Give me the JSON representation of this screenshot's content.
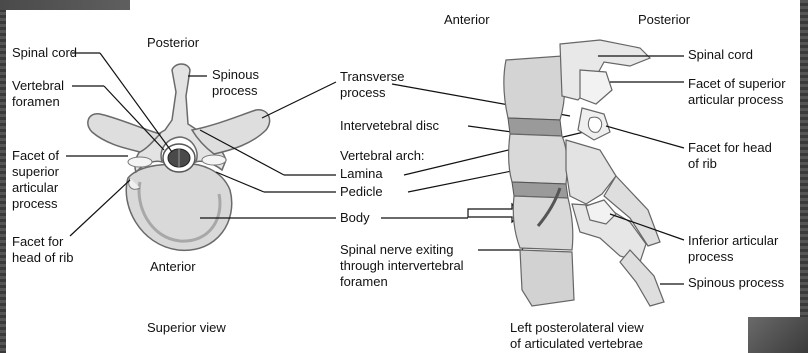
{
  "superior_view": {
    "orientation_top": "Posterior",
    "orientation_bottom": "Anterior",
    "caption": "Superior view",
    "labels": {
      "spinal_cord": "Spinal cord",
      "vertebral_foramen": "Vertebral\nforamen",
      "spinous_process": "Spinous\nprocess",
      "facet_superior": "Facet of\nsuperior\narticular\nprocess",
      "facet_rib": "Facet for\nhead of rib"
    }
  },
  "center_labels": {
    "transverse_process": "Transverse\nprocess",
    "intervertebral_disc": "Intervetebral disc",
    "vertebral_arch": "Vertebral arch:",
    "lamina": "Lamina",
    "pedicle": "Pedicle",
    "body": "Body",
    "spinal_nerve": "Spinal nerve exiting\nthrough intervertebral\nforamen"
  },
  "lateral_view": {
    "orientation_left": "Anterior",
    "orientation_right": "Posterior",
    "caption": "Left posterolateral view\nof articulated vertebrae",
    "labels": {
      "spinal_cord": "Spinal cord",
      "facet_superior": "Facet of superior\narticular process",
      "facet_rib": "Facet for head\nof rib",
      "inferior_articular": "Inferior articular\nprocess",
      "spinous_process": "Spinous process"
    }
  },
  "colors": {
    "bone_light": "#e6e6e6",
    "bone_mid": "#bdbdbd",
    "bone_dark": "#7d7d7d",
    "leader": "#111111",
    "frame": "#4a4a4a"
  }
}
